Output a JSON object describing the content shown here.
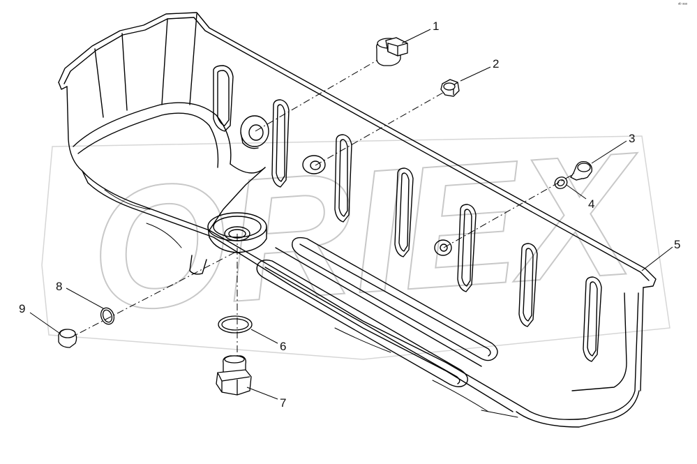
{
  "diagram": {
    "corner_mark": "ᵃᵇ ᵃᵃᵃ",
    "watermark": "ORIEX",
    "colors": {
      "line": "#000000",
      "watermark": "#bdbdbd",
      "background": "#ffffff"
    },
    "parts": [
      {
        "number": "1",
        "name": "plug"
      },
      {
        "number": "2",
        "name": "plug"
      },
      {
        "number": "3",
        "name": "plug"
      },
      {
        "number": "4",
        "name": "sealing-ring"
      },
      {
        "number": "5",
        "name": "oil-pan"
      },
      {
        "number": "6",
        "name": "sealing-ring"
      },
      {
        "number": "7",
        "name": "drain-plug"
      },
      {
        "number": "8",
        "name": "sealing-ring"
      },
      {
        "number": "9",
        "name": "plug"
      }
    ]
  }
}
